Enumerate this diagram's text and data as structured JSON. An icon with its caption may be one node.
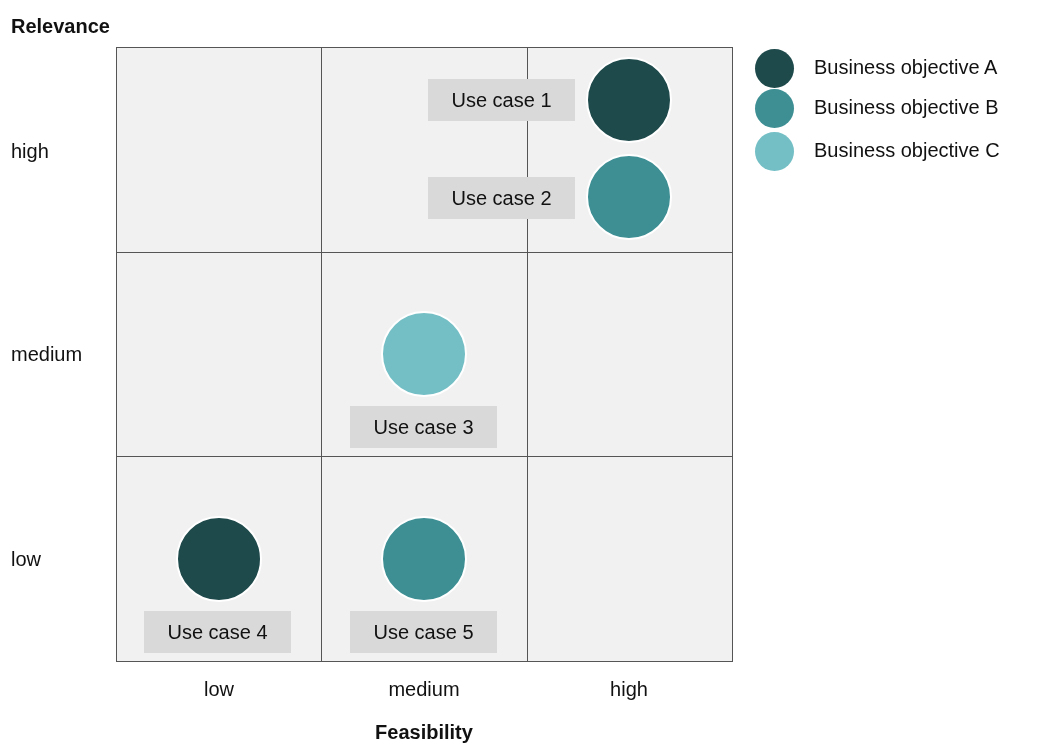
{
  "diagram": {
    "nodes": [
      {
        "text": [
          "Use case 1"
        ]
      },
      {
        "text": [
          "Use case 2"
        ]
      },
      {
        "text": [
          "Use case 3"
        ]
      },
      {
        "text": [
          "Use case 4"
        ]
      },
      {
        "text": [
          "Use case 5"
        ]
      },
      {
        "text": [],
        "shape": "circle"
      },
      {
        "text": [],
        "shape": "circle"
      },
      {
        "text": [],
        "shape": "circle"
      },
      {
        "text": [],
        "shape": "circle"
      },
      {
        "text": [],
        "shape": "circle"
      }
    ],
    "edges": [],
    "labels": [
      "Relevance",
      "high",
      "medium",
      "low",
      "low",
      "medium",
      "high",
      "Feasibility"
    ],
    "legend": [
      {
        "text": "Business objective A",
        "color": "#1f4a4c"
      },
      {
        "text": "Business objective B",
        "color": "#3d8f94"
      },
      {
        "text": "Business objective C",
        "color": "#73bfc5"
      }
    ]
  }
}
